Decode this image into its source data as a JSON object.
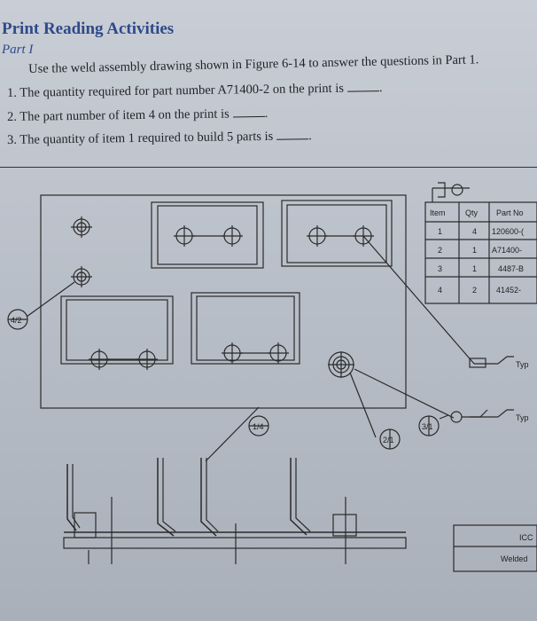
{
  "header": {
    "title": "Print Reading Activities",
    "part": "Part I"
  },
  "instructions": "Use the weld assembly drawing shown in Figure 6-14 to answer the questions in Part 1.",
  "questions": [
    {
      "text": "1. The quantity required for part number A71400-2 on the print is"
    },
    {
      "text": "2. The part number of item 4 on the print is"
    },
    {
      "text": "3. The quantity of item 1 required to build 5 parts is"
    }
  ],
  "parts_list": {
    "headers": [
      "Item",
      "Qty",
      "Part No"
    ],
    "rows": [
      [
        "1",
        "4",
        "120600-("
      ],
      [
        "2",
        "1",
        "A71400-"
      ],
      [
        "3",
        "1",
        "4487-B"
      ],
      [
        "4",
        "2",
        "41452-"
      ]
    ]
  },
  "callouts": {
    "balloon_left": "4/2",
    "balloon_top": "1/4",
    "balloon_mid": "2/1",
    "balloon_weld": "3/1",
    "typ_1": "Typ",
    "typ_2": "Typ"
  },
  "title_block": {
    "line1": "ICC",
    "line2": "Welded"
  }
}
